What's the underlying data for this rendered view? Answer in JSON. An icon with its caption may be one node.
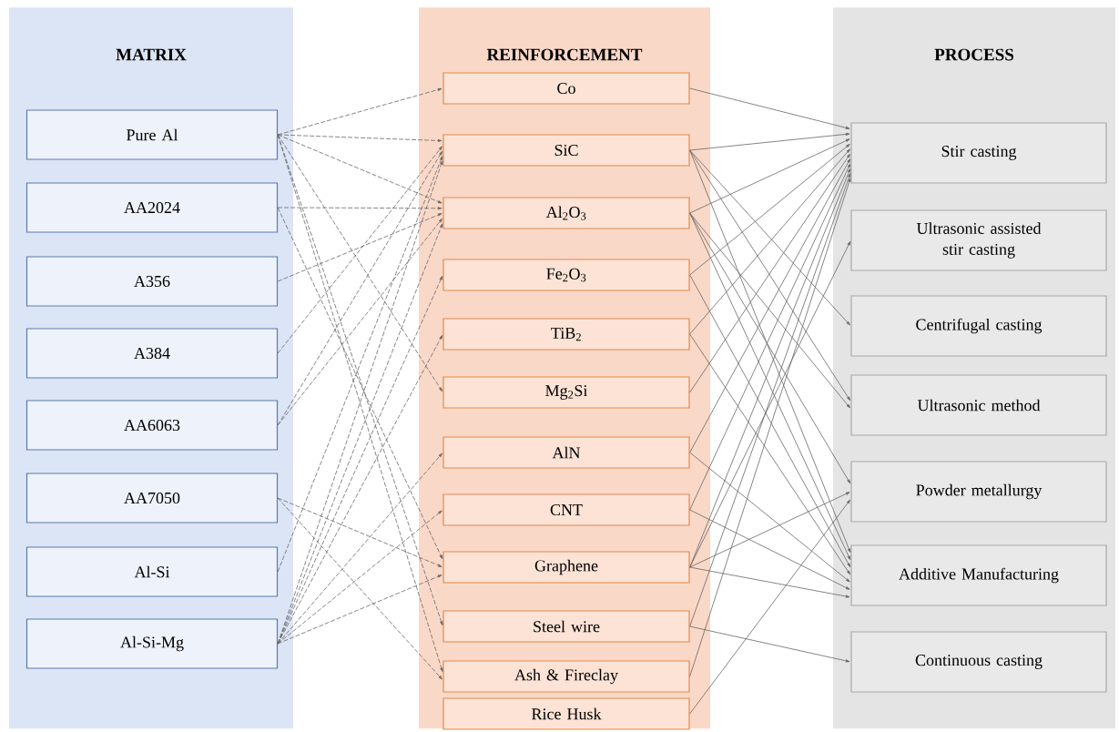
{
  "diagram": {
    "nodes": [
      {
        "text": [
          "MATRIX"
        ]
      },
      {
        "text": [
          "Pure Al"
        ],
        "in": 0
      },
      {
        "text": [
          "AA2024"
        ],
        "in": 0
      },
      {
        "text": [
          "A356"
        ],
        "in": 0
      },
      {
        "text": [
          "A384"
        ],
        "in": 0
      },
      {
        "text": [
          "AA6063"
        ],
        "in": 0
      },
      {
        "text": [
          "AA7050"
        ],
        "in": 0
      },
      {
        "text": [
          "Al-Si"
        ],
        "in": 0
      },
      {
        "text": [
          "Al-Si-Mg"
        ],
        "in": 0
      },
      {
        "text": [
          "REINFORCEMENT"
        ]
      },
      {
        "text": [
          "Co"
        ],
        "in": 9
      },
      {
        "text": [
          "SiC"
        ],
        "in": 9
      },
      {
        "text": [
          "Al$_{2}$O$_{3}$"
        ],
        "in": 9
      },
      {
        "text": [
          "Fe$_{2}$O$_{3}$"
        ],
        "in": 9
      },
      {
        "text": [
          "TiB$_{2}$"
        ],
        "in": 9
      },
      {
        "text": [
          "Mg$_{2}$Si"
        ],
        "in": 9
      },
      {
        "text": [
          "AlN"
        ],
        "in": 9
      },
      {
        "text": [
          "CNT"
        ],
        "in": 9
      },
      {
        "text": [
          "Graphene"
        ],
        "in": 9
      },
      {
        "text": [
          "Steel wire"
        ],
        "in": 9
      },
      {
        "text": [
          "Ash & Fireclay"
        ],
        "in": 9
      },
      {
        "text": [
          "Rice Husk"
        ],
        "in": 9
      },
      {
        "text": [
          "PROCESS"
        ]
      },
      {
        "text": [
          "Stir casting"
        ],
        "in": 22
      },
      {
        "text": [
          "Ultrasonic assisted stir casting"
        ],
        "in": 22
      },
      {
        "text": [
          "Centrifugal casting"
        ],
        "in": 22
      },
      {
        "text": [
          "Ultrasonic method"
        ],
        "in": 22
      },
      {
        "text": [
          "Powder metallurgy"
        ],
        "in": 22
      },
      {
        "text": [
          "Additive Manufacturing"
        ],
        "in": 22
      },
      {
        "text": [
          "Continuous casting"
        ],
        "in": 22
      }
    ],
    "edges": [
      {
        "from": 1,
        "to": 10,
        "arrow": "to",
        "style": "dashed"
      },
      {
        "from": 1,
        "to": 11,
        "arrow": "to",
        "style": "dashed"
      },
      {
        "from": 1,
        "to": 12,
        "arrow": "to",
        "style": "dashed"
      },
      {
        "from": 1,
        "to": 15,
        "arrow": "to",
        "style": "dashed"
      },
      {
        "from": 1,
        "to": 19,
        "arrow": "to",
        "style": "dashed"
      },
      {
        "from": 1,
        "to": 20,
        "arrow": "to",
        "style": "dashed"
      },
      {
        "from": 2,
        "to": 12,
        "arrow": "to",
        "style": "dashed"
      },
      {
        "from": 2,
        "to": 18,
        "arrow": "to",
        "style": "dashed"
      },
      {
        "from": 3,
        "to": 12,
        "arrow": "to",
        "style": "dashed"
      },
      {
        "from": 4,
        "to": 11,
        "arrow": "to",
        "style": "dashed"
      },
      {
        "from": 5,
        "to": 11,
        "arrow": "to",
        "style": "dashed"
      },
      {
        "from": 5,
        "to": 12,
        "arrow": "to",
        "style": "dashed"
      },
      {
        "from": 6,
        "to": 18,
        "arrow": "to",
        "style": "dashed"
      },
      {
        "from": 6,
        "to": 20,
        "arrow": "to",
        "style": "dashed"
      },
      {
        "from": 7,
        "to": 11,
        "arrow": "to",
        "style": "dashed"
      },
      {
        "from": 8,
        "to": 11,
        "arrow": "to",
        "style": "dashed"
      },
      {
        "from": 8,
        "to": 12,
        "arrow": "to",
        "style": "dashed"
      },
      {
        "from": 8,
        "to": 13,
        "arrow": "to",
        "style": "dashed"
      },
      {
        "from": 8,
        "to": 14,
        "arrow": "to",
        "style": "dashed"
      },
      {
        "from": 8,
        "to": 16,
        "arrow": "to",
        "style": "dashed"
      },
      {
        "from": 8,
        "to": 17,
        "arrow": "to",
        "style": "dashed"
      },
      {
        "from": 8,
        "to": 18,
        "arrow": "to",
        "style": "dashed"
      },
      {
        "from": 10,
        "to": 23,
        "arrow": "to"
      },
      {
        "from": 11,
        "to": 23,
        "arrow": "to"
      },
      {
        "from": 11,
        "to": 25,
        "arrow": "to"
      },
      {
        "from": 11,
        "to": 26,
        "arrow": "to"
      },
      {
        "from": 11,
        "to": 28,
        "arrow": "to"
      },
      {
        "from": 12,
        "to": 23,
        "arrow": "to"
      },
      {
        "from": 12,
        "to": 26,
        "arrow": "to"
      },
      {
        "from": 12,
        "to": 27,
        "arrow": "to"
      },
      {
        "from": 12,
        "to": 28,
        "arrow": "to"
      },
      {
        "from": 13,
        "to": 23,
        "arrow": "to"
      },
      {
        "from": 13,
        "to": 28,
        "arrow": "to"
      },
      {
        "from": 14,
        "to": 23,
        "arrow": "to"
      },
      {
        "from": 14,
        "to": 28,
        "arrow": "to"
      },
      {
        "from": 15,
        "to": 23,
        "arrow": "to"
      },
      {
        "from": 16,
        "to": 23,
        "arrow": "to"
      },
      {
        "from": 16,
        "to": 28,
        "arrow": "to"
      },
      {
        "from": 17,
        "to": 23,
        "arrow": "to"
      },
      {
        "from": 17,
        "to": 28,
        "arrow": "to"
      },
      {
        "from": 18,
        "to": 23,
        "arrow": "to"
      },
      {
        "from": 18,
        "to": 24,
        "arrow": "to"
      },
      {
        "from": 18,
        "to": 27,
        "arrow": "to"
      },
      {
        "from": 18,
        "to": 28,
        "arrow": "to"
      },
      {
        "from": 19,
        "to": 29,
        "arrow": "to"
      },
      {
        "from": 19,
        "to": 23,
        "arrow": "to"
      },
      {
        "from": 20,
        "to": 23,
        "arrow": "to"
      },
      {
        "from": 21,
        "to": 27,
        "arrow": "to"
      }
    ]
  }
}
